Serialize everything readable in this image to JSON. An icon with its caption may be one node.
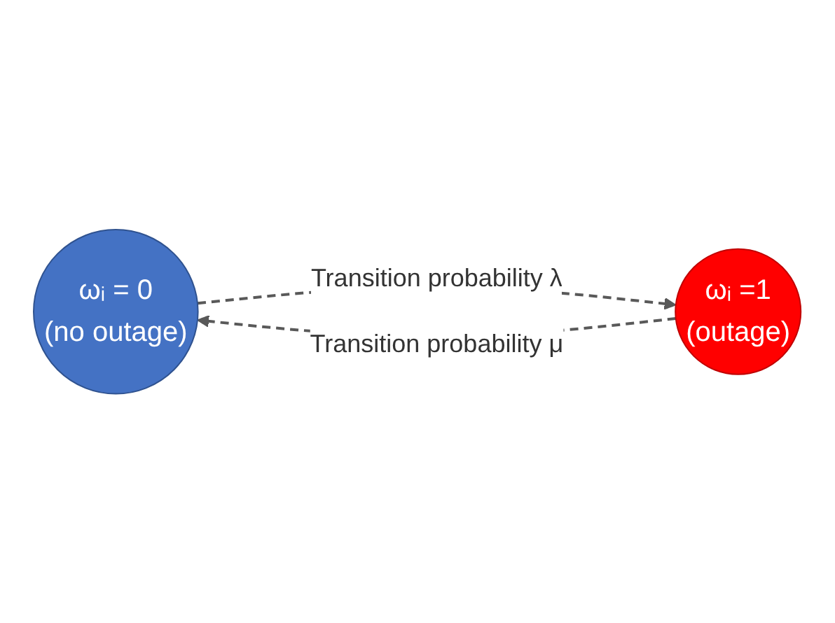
{
  "diagram": {
    "nodes": [
      {
        "text": [
          "ωᵢ = 0",
          "(no outage)"
        ]
      },
      {
        "text": [
          "ωᵢ =1",
          "(outage)"
        ]
      }
    ],
    "edges": [
      {
        "from": 0,
        "to": 1,
        "arrow": "to",
        "style": "dashed",
        "label": "Transition probability λ"
      },
      {
        "from": 1,
        "to": 0,
        "arrow": "to",
        "style": "dashed",
        "label": "Transition probability μ"
      }
    ]
  }
}
